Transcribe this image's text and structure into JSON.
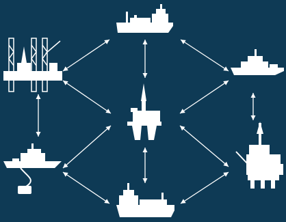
{
  "background_color": "#0e3a55",
  "foreground_color": "#ffffff",
  "nodes": [
    {
      "id": "center",
      "icon": "semi-submersible-rig-icon"
    },
    {
      "id": "top",
      "icon": "supply-vessel-icon"
    },
    {
      "id": "top-left",
      "icon": "jack-up-rig-icon"
    },
    {
      "id": "top-right",
      "icon": "patrol-vessel-icon"
    },
    {
      "id": "bottom-left",
      "icon": "rov-support-vessel-icon"
    },
    {
      "id": "bottom-right",
      "icon": "production-platform-icon"
    },
    {
      "id": "bottom",
      "icon": "offshore-supply-vessel-icon"
    }
  ],
  "connections": [
    {
      "from": "top",
      "to": "top-left",
      "bidirectional": true
    },
    {
      "from": "top",
      "to": "top-right",
      "bidirectional": true
    },
    {
      "from": "top",
      "to": "center",
      "bidirectional": true
    },
    {
      "from": "top-left",
      "to": "center",
      "bidirectional": true
    },
    {
      "from": "top-right",
      "to": "center",
      "bidirectional": true
    },
    {
      "from": "top-left",
      "to": "bottom-left",
      "bidirectional": true
    },
    {
      "from": "top-right",
      "to": "bottom-right",
      "bidirectional": true
    },
    {
      "from": "bottom-left",
      "to": "center",
      "bidirectional": true
    },
    {
      "from": "bottom-right",
      "to": "center",
      "bidirectional": true
    },
    {
      "from": "bottom-left",
      "to": "bottom",
      "bidirectional": true
    },
    {
      "from": "bottom-right",
      "to": "bottom",
      "bidirectional": true
    },
    {
      "from": "bottom",
      "to": "center",
      "bidirectional": true
    }
  ]
}
